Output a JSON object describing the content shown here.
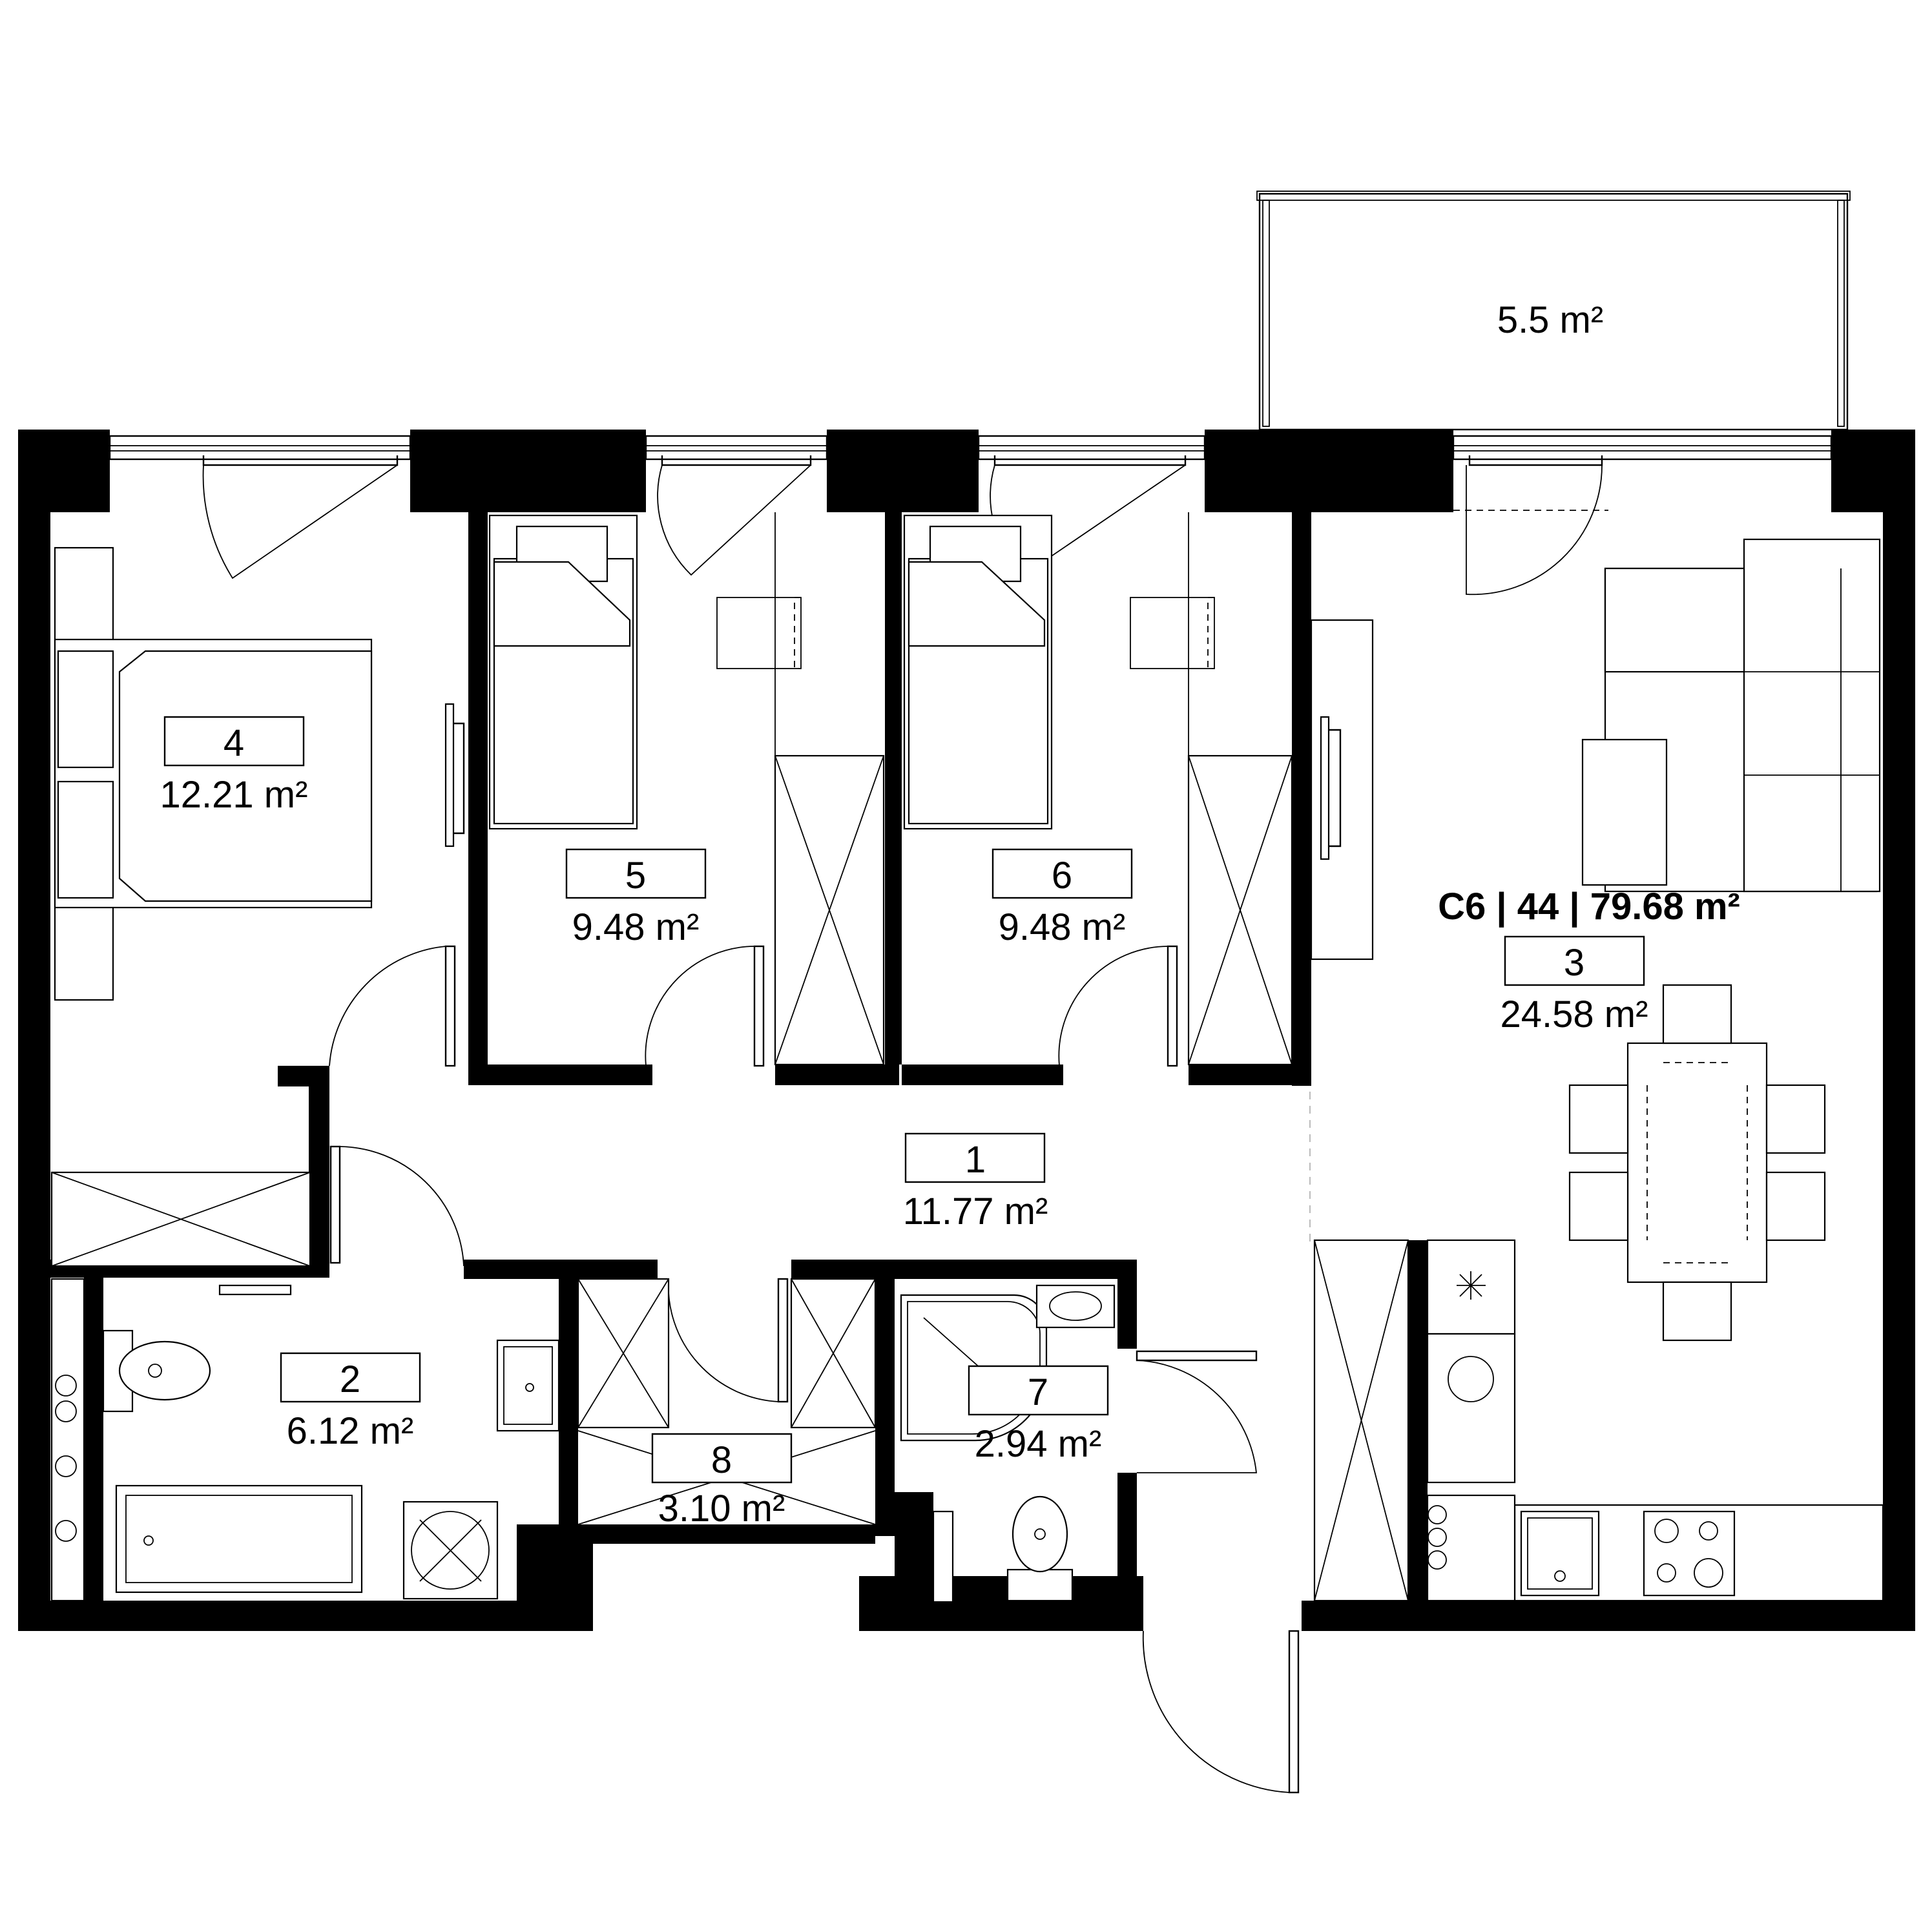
{
  "summary": "C6 | 44 | 79.68 m²",
  "balcony_area": "5.5 m²",
  "rooms": [
    {
      "number": "1",
      "area": "11.77 m²"
    },
    {
      "number": "2",
      "area": "6.12 m²"
    },
    {
      "number": "3",
      "area": "24.58 m²"
    },
    {
      "number": "4",
      "area": "12.21 m²"
    },
    {
      "number": "5",
      "area": "9.48 m²"
    },
    {
      "number": "6",
      "area": "9.48 m²"
    },
    {
      "number": "7",
      "area": "2.94 m²"
    },
    {
      "number": "8",
      "area": "3.10 m²"
    }
  ],
  "colors": {
    "walls": "#000000",
    "background": "#ffffff"
  }
}
